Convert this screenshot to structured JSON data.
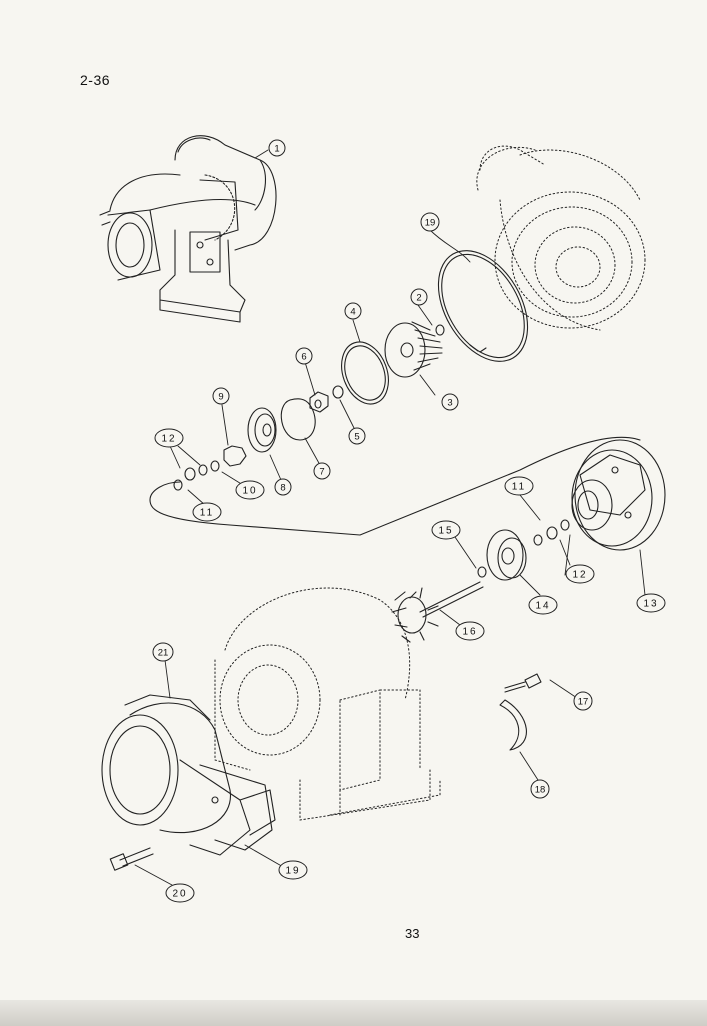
{
  "page": {
    "section_code": "2-36",
    "page_number": "33"
  },
  "callouts": [
    {
      "id": "c1",
      "label": "1"
    },
    {
      "id": "c2",
      "label": "2"
    },
    {
      "id": "c3",
      "label": "3"
    },
    {
      "id": "c4",
      "label": "4"
    },
    {
      "id": "c5",
      "label": "5"
    },
    {
      "id": "c6",
      "label": "6"
    },
    {
      "id": "c7",
      "label": "7"
    },
    {
      "id": "c8",
      "label": "8"
    },
    {
      "id": "c9",
      "label": "9"
    },
    {
      "id": "c10",
      "label": "10"
    },
    {
      "id": "c11a",
      "label": "11"
    },
    {
      "id": "c11b",
      "label": "11"
    },
    {
      "id": "c12a",
      "label": "12"
    },
    {
      "id": "c12b",
      "label": "12"
    },
    {
      "id": "c13",
      "label": "13"
    },
    {
      "id": "c14",
      "label": "14"
    },
    {
      "id": "c15",
      "label": "15"
    },
    {
      "id": "c16",
      "label": "16"
    },
    {
      "id": "c17",
      "label": "17"
    },
    {
      "id": "c18",
      "label": "18"
    },
    {
      "id": "c19a",
      "label": "19"
    },
    {
      "id": "c19b",
      "label": "19"
    },
    {
      "id": "c20",
      "label": "20"
    },
    {
      "id": "c21",
      "label": "21"
    }
  ]
}
